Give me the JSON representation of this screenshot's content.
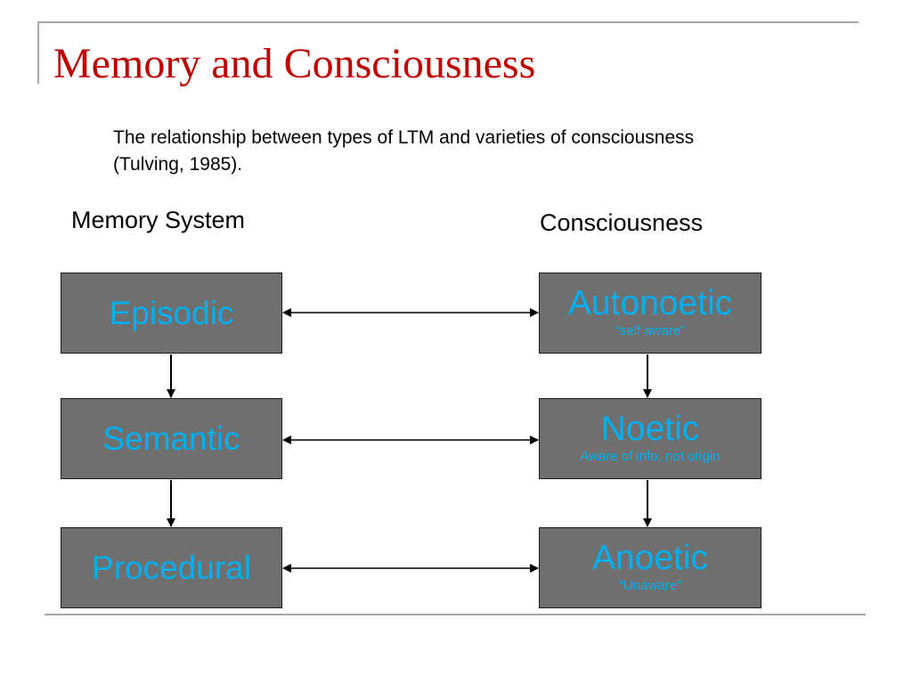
{
  "slide": {
    "title": "Memory and Consciousness",
    "subtitle": "The relationship between types of LTM and varieties of consciousness (Tulving, 1985)."
  },
  "columns": {
    "left_header": "Memory System",
    "right_header": "Consciousness"
  },
  "memory_systems": [
    {
      "label": "Episodic"
    },
    {
      "label": "Semantic"
    },
    {
      "label": "Procedural"
    }
  ],
  "consciousness": [
    {
      "label": "Autonoetic",
      "sub": "“self aware”"
    },
    {
      "label": "Noetic",
      "sub": "Aware of info, not origin"
    },
    {
      "label": "Anoetic",
      "sub": "“Unaware”"
    }
  ],
  "colors": {
    "title": "#c00000",
    "box_fill": "#6f6f6f",
    "box_text": "#00b0f0",
    "frame": "#a6a6a6"
  }
}
